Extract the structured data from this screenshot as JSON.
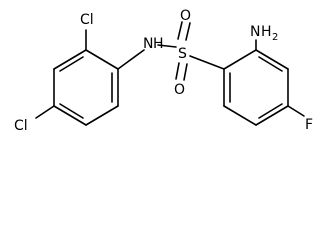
{
  "molecule": {
    "atoms": {
      "nh2_n": "N",
      "nh2_h": "H",
      "nh2_sub": "2",
      "nh_n": "N",
      "nh_h": "H",
      "s": "S",
      "o_top": "O",
      "o_bottom": "O",
      "cl_ortho": "Cl",
      "cl_para": "Cl",
      "f": "F"
    }
  }
}
